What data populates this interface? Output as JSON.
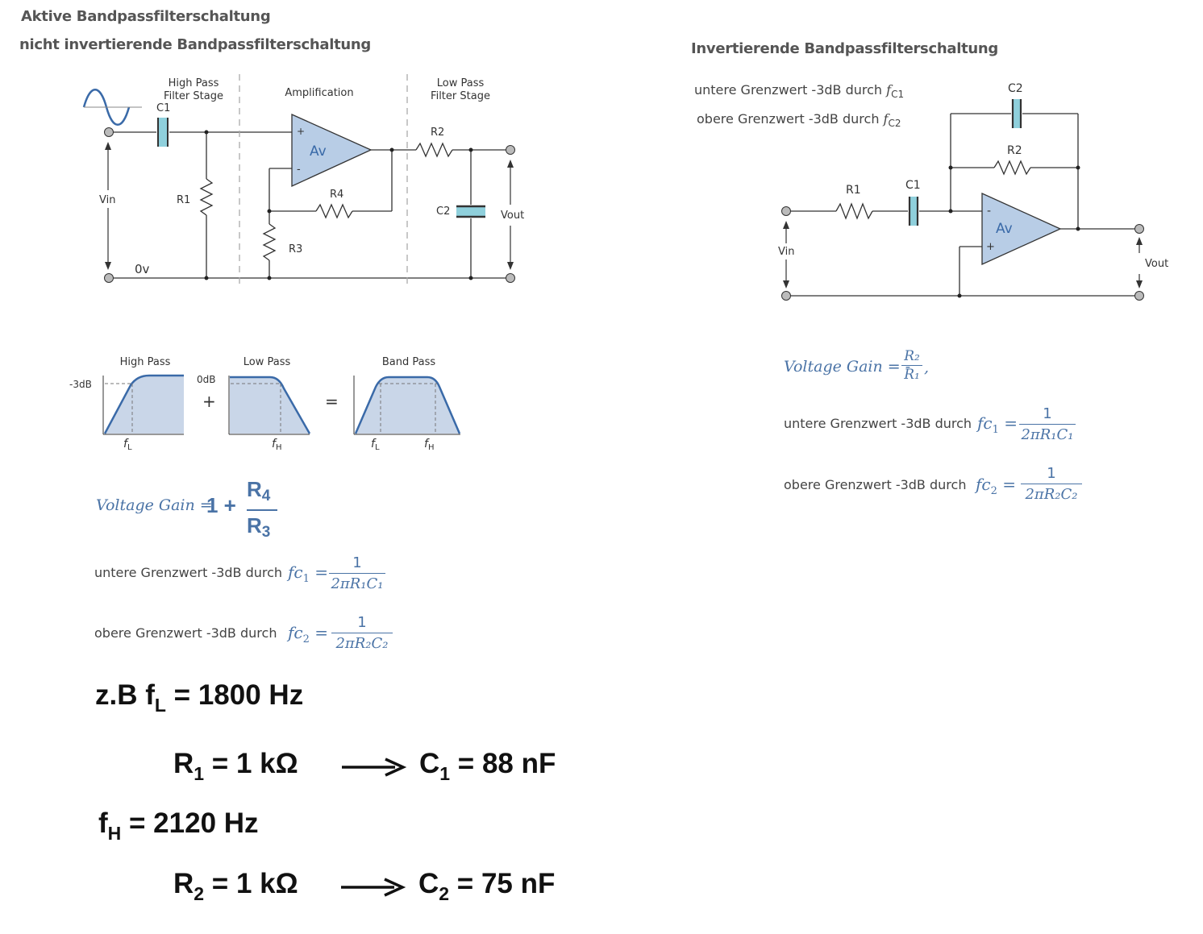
{
  "titles": {
    "main": "Aktive Bandpassfilterschaltung",
    "noninv": "nicht   invertierende Bandpassfilterschaltung",
    "inv": "Invertierende Bandpassfilterschaltung"
  },
  "noninv_circuit": {
    "stage_hp_1": "High Pass",
    "stage_hp_2": "Filter Stage",
    "stage_amp": "Amplification",
    "stage_lp_1": "Low Pass",
    "stage_lp_2": "Filter Stage",
    "c1": "C1",
    "r1": "R1",
    "r2": "R2",
    "r3": "R3",
    "r4": "R4",
    "c2": "C2",
    "vin": "Vin",
    "vout": "Vout",
    "zero": "0v",
    "av": "Av",
    "plus": "+",
    "minus": "-"
  },
  "response": {
    "hp_label": "High Pass",
    "lp_label": "Low Pass",
    "bp_label": "Band Pass",
    "minus3db": "-3dB",
    "zerodb": "0dB",
    "plus": "+",
    "equals": "=",
    "fl": "f",
    "fl_sub": "L",
    "fh": "f",
    "fh_sub": "H"
  },
  "noninv_formulas": {
    "gain_label": "Voltage Gain =",
    "gain_one": "1 +",
    "gain_num": "R",
    "gain_num_sub": "4",
    "gain_den": "R",
    "gain_den_sub": "3",
    "lower_text": "untere Grenzwert -3dB durch",
    "upper_text": "obere  Grenzwert -3dB durch",
    "fc1": "fc",
    "fc1_sub": "1",
    "fc2": "fc",
    "fc2_sub": "2",
    "eq": "=",
    "one": "1",
    "den1": "2πR₁C₁",
    "den2": "2πR₂C₂"
  },
  "example": {
    "line1_a": "z.B f",
    "line1_sub": "L",
    "line1_b": " = 1800 Hz",
    "line2_a": "R",
    "line2_sub": "1",
    "line2_b": " = 1 kΩ",
    "line2_c": "C",
    "line2_csub": "1",
    "line2_d": " = 88 nF",
    "line3_a": "f",
    "line3_sub": "H",
    "line3_b": " = 2120  Hz",
    "line4_a": "R",
    "line4_sub": "2",
    "line4_b": " = 1 kΩ",
    "line4_c": "C",
    "line4_csub": "2",
    "line4_d": " = 75 nF"
  },
  "inv_section": {
    "lower_text": "untere Grenzwert -3dB durch ",
    "lower_f": "f",
    "lower_fsub": "C1",
    "upper_text": "obere  Grenzwert -3dB durch ",
    "upper_f": "f",
    "upper_fsub": "C2",
    "c1": "C1",
    "c2": "C2",
    "r1": "R1",
    "r2": "R2",
    "vin": "Vin",
    "vout": "Vout",
    "av": "Av",
    "plus": "+",
    "minus": "-",
    "gain_label": "Voltage Gain = -",
    "gain_num": "R₂",
    "gain_den": "R₁",
    "gain_comma": ",",
    "f_lower_text": "untere Grenzwert -3dB durch",
    "f_upper_text": "obere  Grenzwert -3dB durch"
  },
  "colors": {
    "accent": "#4a73a6",
    "opamp_fill": "#b8cde6",
    "cap_fill": "#8fd0dc",
    "curve_fill": "#c9d6e8",
    "wire": "#333333"
  }
}
